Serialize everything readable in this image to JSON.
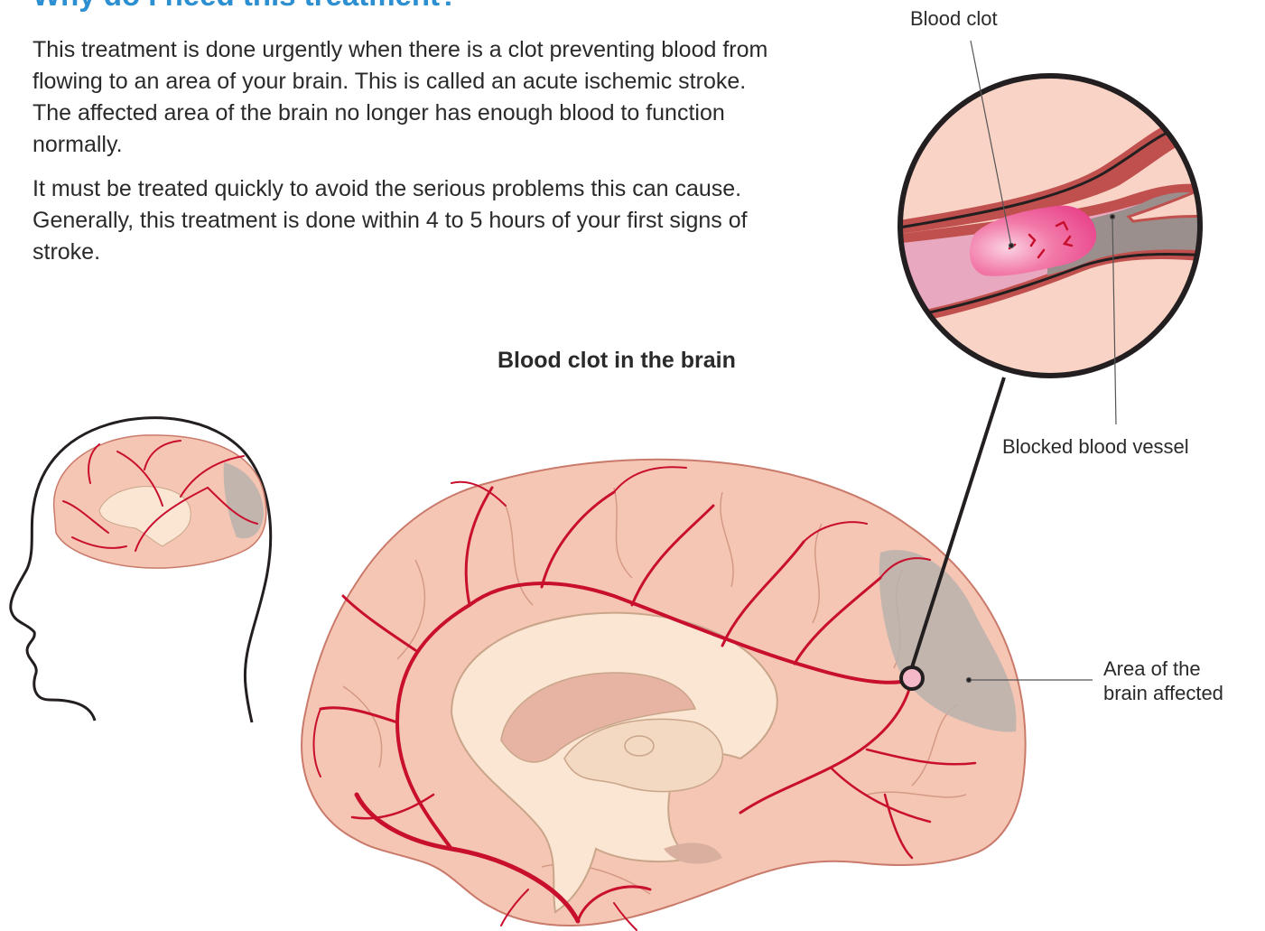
{
  "heading": "Why do I need this treatment?",
  "paragraphs": [
    "This treatment is done urgently when there is a clot preventing blood from flowing to an area of your brain. This is called an acute ischemic stroke. The affected area of the brain no longer has enough blood to function normally.",
    "It must be treated quickly to avoid the serious problems this can cause. Generally, this treatment is done within 4 to 5 hours of your first signs of stroke."
  ],
  "figure": {
    "title": "Blood clot in the brain",
    "labels": {
      "blood_clot": "Blood clot",
      "blocked_vessel": "Blocked blood vessel",
      "area_affected_line1": "Area of the",
      "area_affected_line2": "brain affected"
    }
  },
  "colors": {
    "heading": "#2b8fd1",
    "brain": "#f6c6b4",
    "artery": "#c8102e",
    "clot": "#e8428a",
    "affected_area": "#b9b1ad"
  }
}
